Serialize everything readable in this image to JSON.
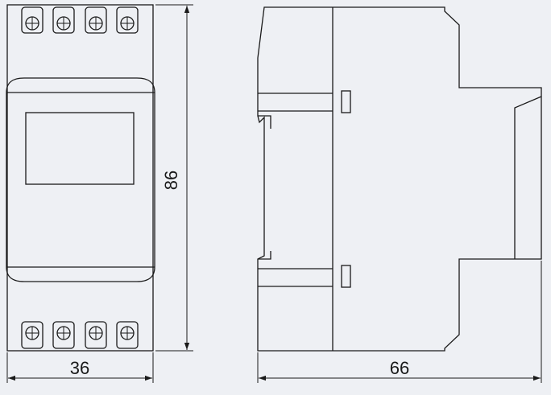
{
  "diagram": {
    "front_view": {
      "width_label": "36",
      "height_label": "86",
      "top_terminal_count": 4,
      "bottom_terminal_count": 4
    },
    "side_view": {
      "depth_label": "66"
    },
    "colors": {
      "background": "#eef0f4",
      "line": "#1a1a1a"
    }
  }
}
